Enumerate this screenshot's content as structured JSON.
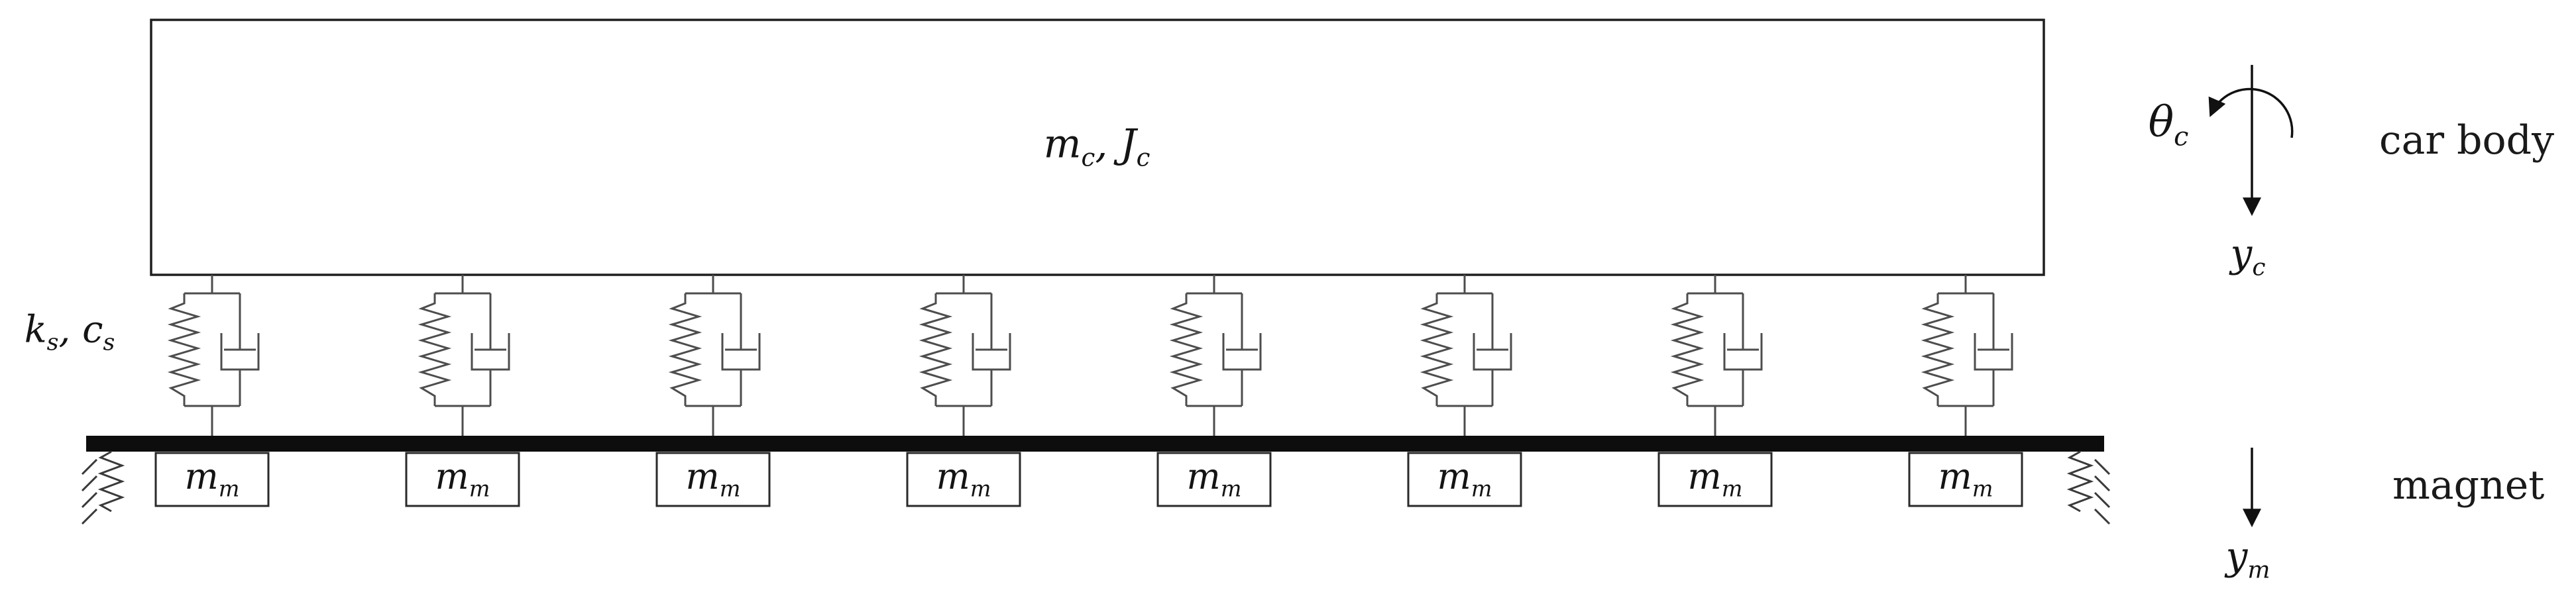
{
  "figure": {
    "car_body_label": {
      "v1": "m",
      "s1": "c",
      "sep": ", ",
      "v2": "J",
      "s2": "c"
    },
    "suspension_label": {
      "v1": "k",
      "s1": "s",
      "sep": ", ",
      "v2": "c",
      "s2": "s"
    },
    "magnet_label": {
      "v": "m",
      "s": "m"
    },
    "theta_label": {
      "v": "θ",
      "s": "c"
    },
    "y_car_label": {
      "v": "y",
      "s": "c"
    },
    "y_magnet_label": {
      "v": "y",
      "s": "m"
    },
    "car_body_caption": "car body",
    "magnet_caption": "magnet",
    "suspension_unit_count": 8,
    "magnet_count": 8
  },
  "colors": {
    "outline": "#1f1f1f",
    "beam": "#0d0d0d",
    "suspension": "#4d4d4d",
    "text": "#141414"
  }
}
